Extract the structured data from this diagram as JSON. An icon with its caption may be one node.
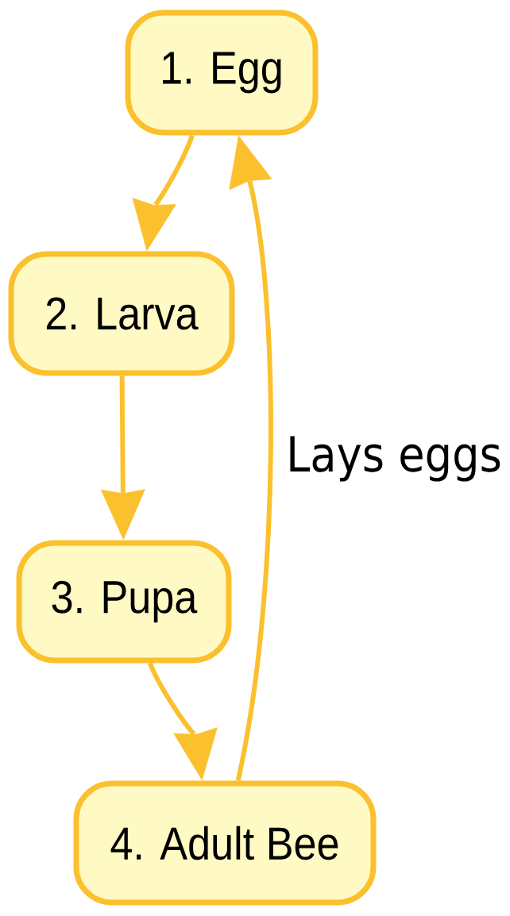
{
  "diagram": {
    "nodes": [
      {
        "text": [
          "1. Egg"
        ]
      },
      {
        "text": [
          "2. Larva"
        ]
      },
      {
        "text": [
          "3. Pupa"
        ]
      },
      {
        "text": [
          "4. Adult Bee"
        ]
      }
    ],
    "edges": [
      {
        "from": 0,
        "to": 1,
        "arrow": "to"
      },
      {
        "from": 1,
        "to": 2,
        "arrow": "to"
      },
      {
        "from": 2,
        "to": 3,
        "arrow": "to"
      },
      {
        "from": 3,
        "to": 0,
        "arrow": "to",
        "label": "Lays eggs"
      }
    ]
  }
}
